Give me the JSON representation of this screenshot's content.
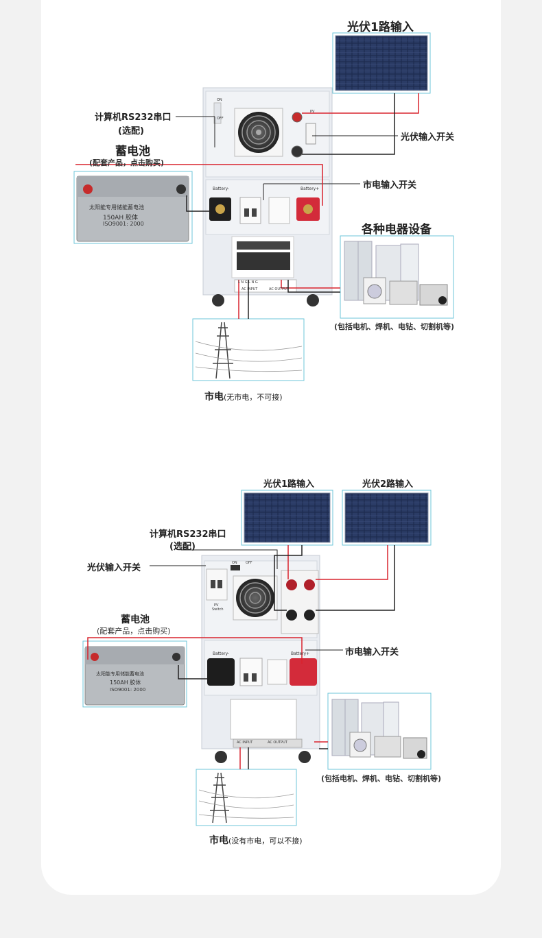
{
  "diagram1": {
    "pv_input": "光伏1路输入",
    "rs232": "计算机RS232串口",
    "rs232_opt": "(选配)",
    "pv_switch": "光伏输入开关",
    "battery": "蓄电池",
    "battery_note": "(配套产品，点击购买)",
    "mains_switch": "市电输入开关",
    "appliances": "各种电器设备",
    "appliances_note": "(包括电机、焊机、电钻、切割机等)",
    "grid": "市电",
    "grid_note": "(无市电，不可接)"
  },
  "diagram2": {
    "pv_input_1": "光伏1路输入",
    "pv_input_2": "光伏2路输入",
    "rs232": "计算机RS232串口",
    "rs232_opt": "(选配)",
    "pv_switch": "光伏输入开关",
    "battery": "蓄电池",
    "battery_note": "(配套产品，点击购买)",
    "mains_switch": "市电输入开关",
    "appliances_note": "(包括电机、焊机、电钻、切割机等)",
    "grid": "市电",
    "grid_note": "(没有市电，可以不接)"
  },
  "battery_print": {
    "line1": "太阳能专用储能蓄电池",
    "line2": "150AH 胶体",
    "line3": "ISO9001: 2000"
  },
  "inverter_print": {
    "battery_minus": "Battery-",
    "battery_plus": "Battery+",
    "ac_input": "AC INPUT",
    "ac_output": "AC OUTPUT",
    "on": "ON",
    "off": "OFF",
    "pv": "PV",
    "pv_switch": "Switch",
    "terminals": "L N G L N G"
  },
  "colors": {
    "background": "#f2f2f2",
    "card": "#ffffff",
    "wire_red": "#d9232d",
    "wire_black": "#222222",
    "frame_cyan": "#6ec6d8",
    "panel_blue": "#1d2b4f",
    "cabinet": "#eaedf2"
  }
}
